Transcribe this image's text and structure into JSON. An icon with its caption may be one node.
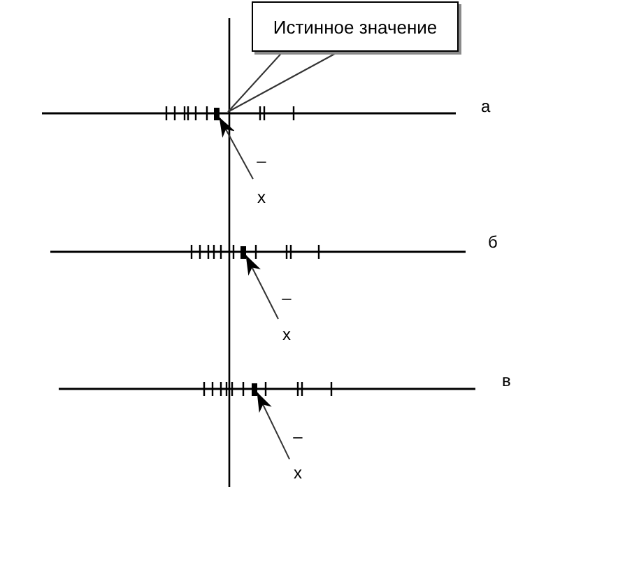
{
  "diagram": {
    "nodes": [
      {
        "text": [
          "Истинное значение"
        ]
      },
      {
        "text": [],
        "shape": "bar"
      },
      {
        "text": [
          "–",
          "x"
        ]
      },
      {
        "text": [],
        "shape": "bar"
      },
      {
        "text": [
          "–",
          "x"
        ]
      },
      {
        "text": [],
        "shape": "bar"
      },
      {
        "text": [
          "–",
          "x"
        ]
      }
    ],
    "edges": [
      {
        "from": 0,
        "to": null,
        "arrow": "none"
      },
      {
        "from": 2,
        "to": 1,
        "arrow": "to"
      },
      {
        "from": 4,
        "to": 3,
        "arrow": "to"
      },
      {
        "from": 6,
        "to": 5,
        "arrow": "to"
      }
    ],
    "labels": [
      "а",
      "б",
      "в"
    ]
  }
}
